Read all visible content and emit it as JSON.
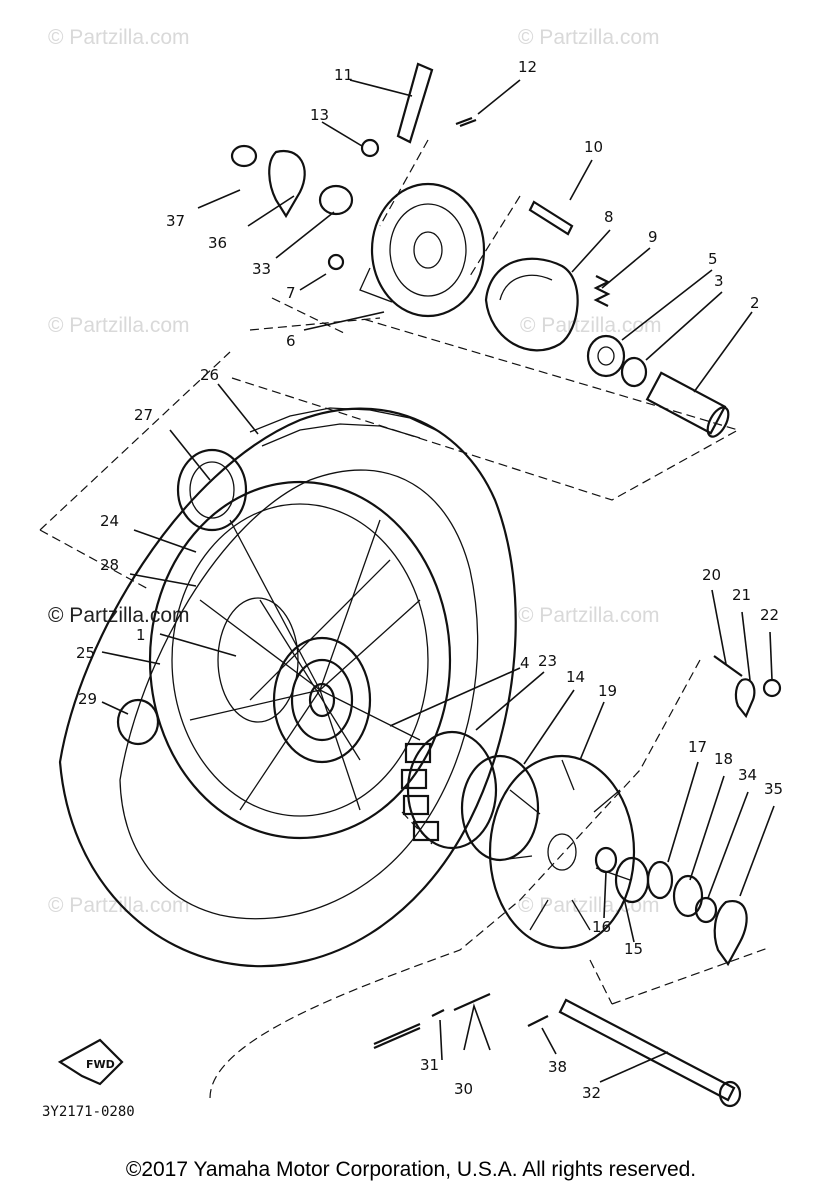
{
  "watermark": "© Partzilla.com",
  "diagram_code": "3Y2171-0280",
  "fwd_label": "FWD",
  "copyright": "©2017  Yamaha Motor Corporation, U.S.A. All rights reserved.",
  "callouts": [
    "1",
    "2",
    "3",
    "4",
    "5",
    "6",
    "7",
    "8",
    "9",
    "10",
    "11",
    "12",
    "13",
    "14",
    "15",
    "16",
    "17",
    "18",
    "19",
    "20",
    "21",
    "22",
    "23",
    "24",
    "25",
    "26",
    "27",
    "28",
    "29",
    "30",
    "31",
    "32",
    "33",
    "34",
    "35",
    "36",
    "37",
    "38"
  ]
}
